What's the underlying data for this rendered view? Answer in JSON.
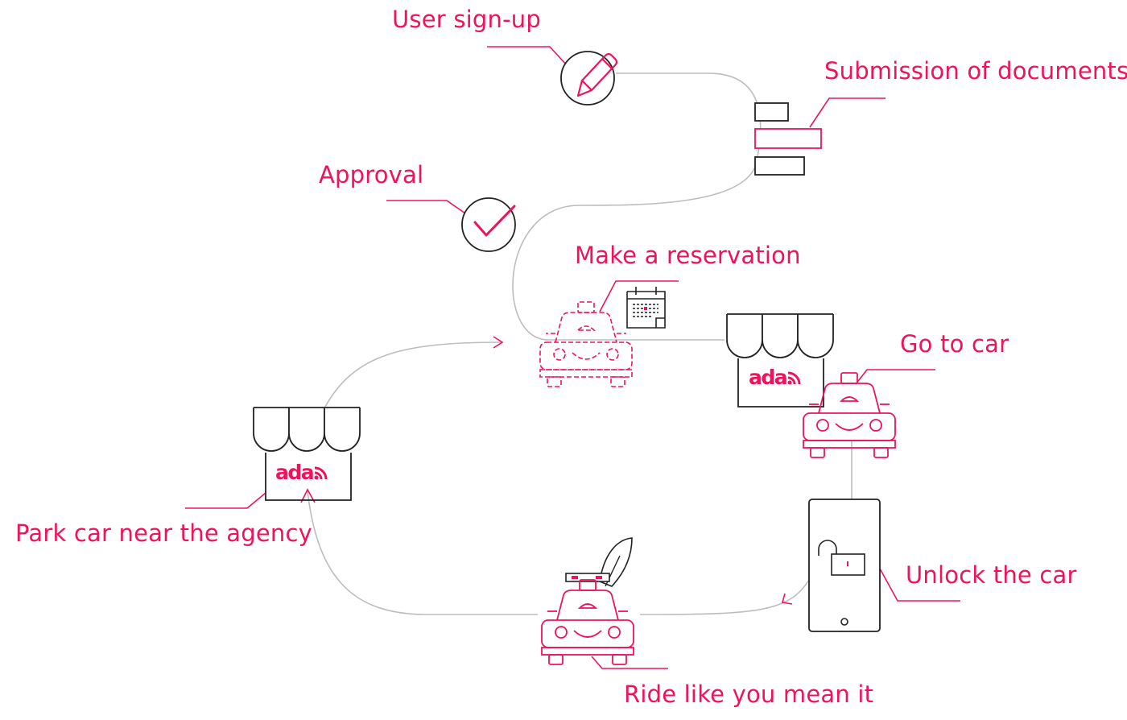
{
  "colors": {
    "accent": "#f0135a",
    "line": "#222222",
    "path": "#bdbdbd"
  },
  "brand": {
    "name": "ada"
  },
  "steps": [
    {
      "label": "User sign-up",
      "icon": "pencil-icon"
    },
    {
      "label": "Submission of documents",
      "icon": "documents-icon"
    },
    {
      "label": "Approval",
      "icon": "checkmark-icon"
    },
    {
      "label": "Make a reservation",
      "icon": "calendar-icon"
    },
    {
      "label": "Go to car",
      "icon": "car-icon"
    },
    {
      "label": "Unlock the car",
      "icon": "smartphone-unlock-icon"
    },
    {
      "label": "Ride like you mean it",
      "icon": "car-with-surfboard-icon"
    },
    {
      "label": "Park car near the agency",
      "icon": "agency-storefront-icon"
    }
  ]
}
